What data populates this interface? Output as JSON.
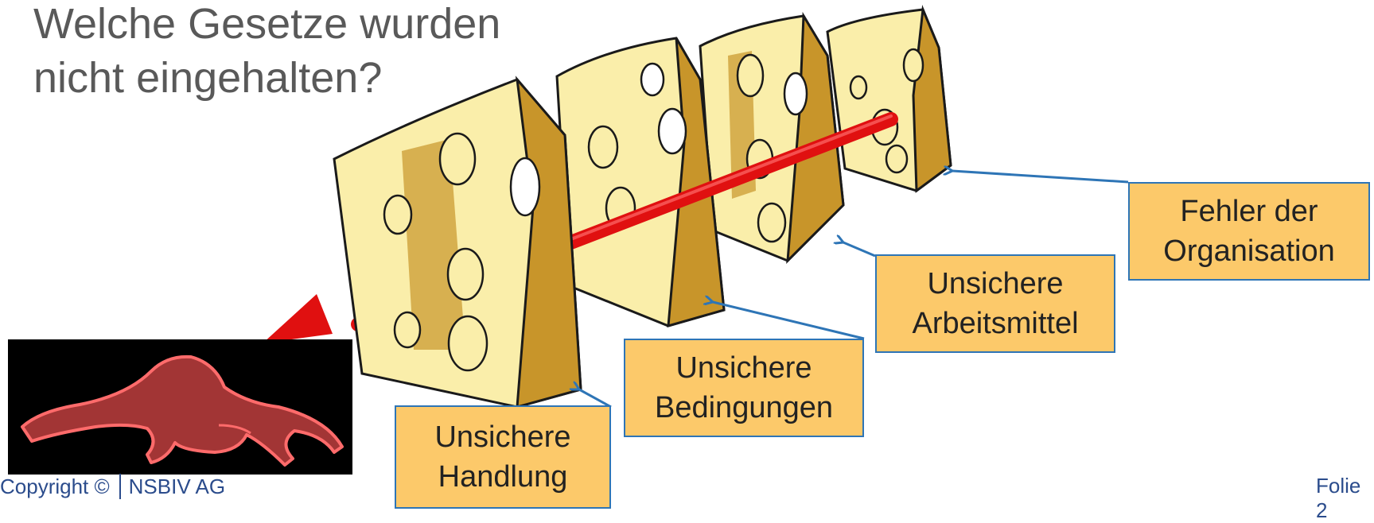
{
  "title": {
    "line1": "Welche Gesetze wurden",
    "line2": "nicht eingehalten?"
  },
  "labels": {
    "organisation": {
      "line1": "Fehler der",
      "line2": "Organisation"
    },
    "arbeitsmittel": {
      "line1": "Unsichere",
      "line2": "Arbeitsmittel"
    },
    "bedingungen": {
      "line1": "Unsichere",
      "line2": "Bedingungen"
    },
    "handlung": {
      "line1": "Unsichere",
      "line2": "Handlung"
    }
  },
  "footer": {
    "copyright": "Copyright ©",
    "company": "NSBIV AG",
    "slide": "Folie 2"
  },
  "colors": {
    "box_fill": "#fcc96a",
    "box_border": "#2e75b6",
    "arrow_line": "#2e75b6",
    "accident_arrow": "#e01010",
    "cheese_face": "#faeeaa",
    "cheese_side": "#c8952a",
    "title_text": "#595959",
    "footer_text": "#2b4c8c"
  },
  "icons": {
    "cheese": "swiss-cheese-slice-icon",
    "accident_arrow": "red-trajectory-arrow-icon",
    "victim": "fallen-person-silhouette-icon"
  }
}
